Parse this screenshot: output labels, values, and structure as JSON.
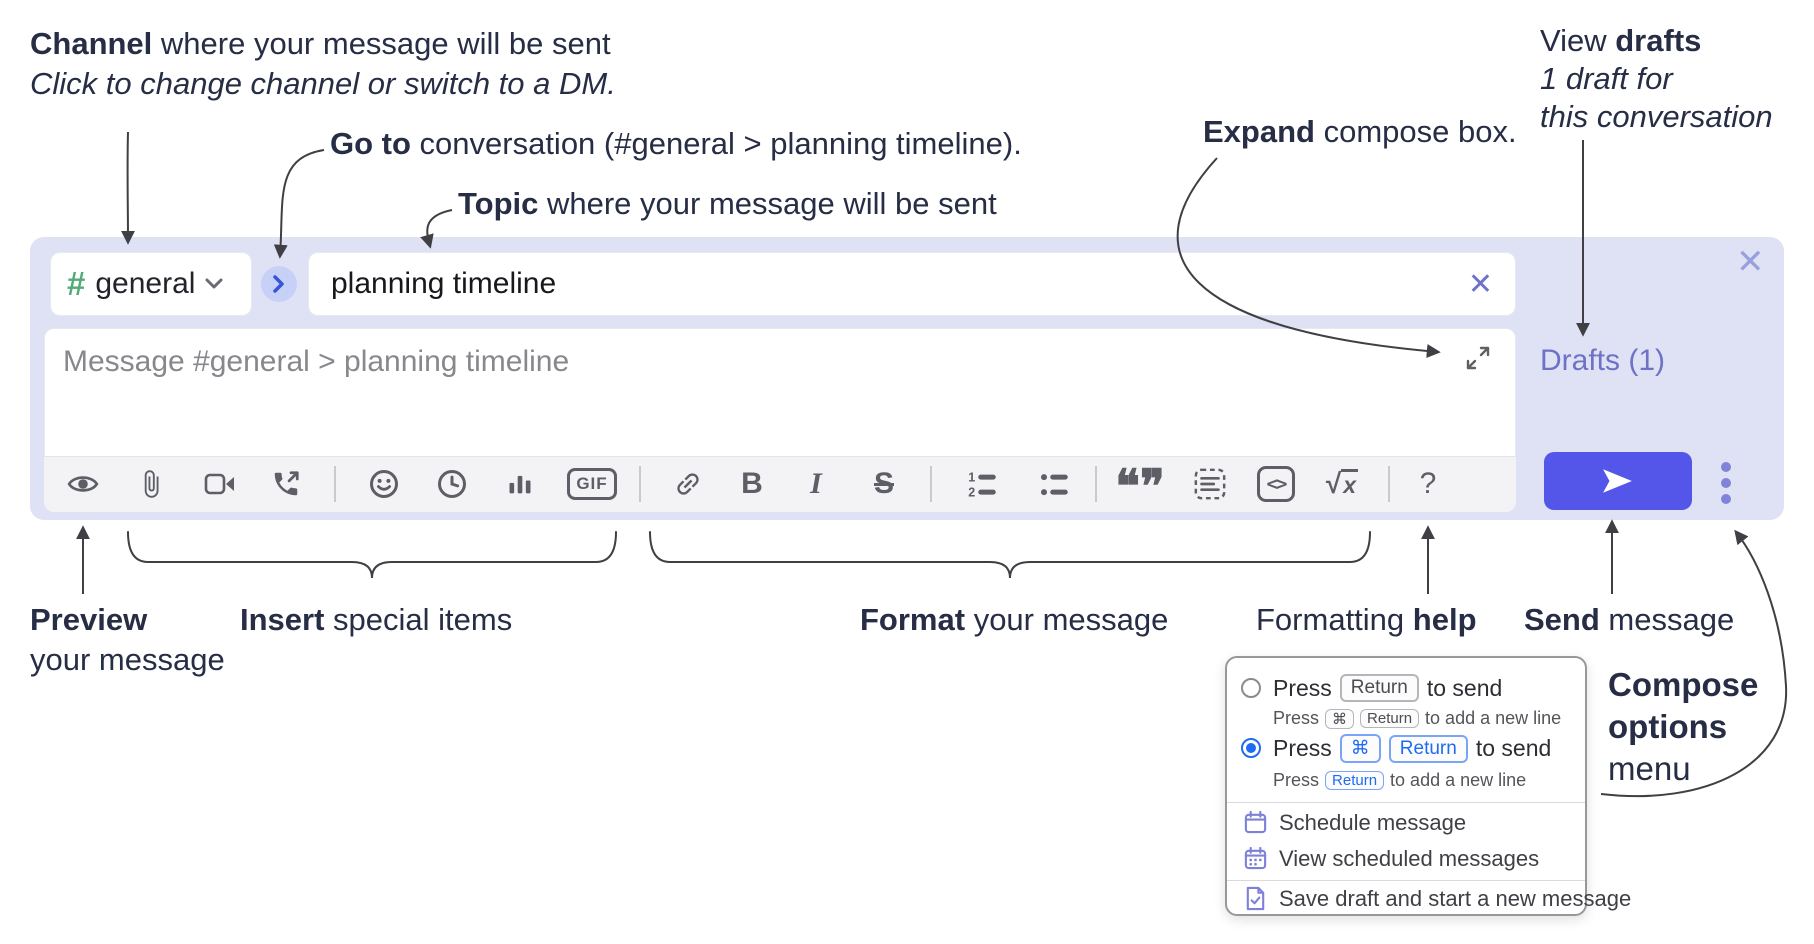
{
  "colors": {
    "panel_bg": "#dfe2f4",
    "send_button": "#5356e8",
    "drafts_link": "#6e72c6",
    "hash_green": "#55ab77",
    "go_circle_bg": "#c7d0f6",
    "go_circle_chevron": "#3556d8",
    "key_blue": "#1f6bf2",
    "menu_icon_purple": "#7d81da",
    "toolbar_icon_gray": "#5d5e66",
    "annotation_text": "#262d45"
  },
  "annotations": {
    "channel": {
      "bold": "Channel",
      "rest": " where your message will be sent",
      "italic": "Click to change channel or switch to a DM."
    },
    "goto": {
      "bold": "Go to",
      "rest": " conversation (#general > planning timeline)."
    },
    "topic": {
      "bold": "Topic",
      "rest": " where your message will be sent"
    },
    "expand": {
      "bold": "Expand",
      "rest": " compose box."
    },
    "view_drafts": {
      "line1_pre": "View ",
      "line1_bold": "drafts",
      "line2": "1 draft for",
      "line3": "this conversation"
    },
    "preview": {
      "bold": "Preview",
      "line2": "your message"
    },
    "insert": {
      "bold": "Insert",
      "rest": " special items"
    },
    "format": {
      "bold": "Format",
      "rest": " your message"
    },
    "help": {
      "pre": "Formatting ",
      "bold": "help"
    },
    "send": {
      "bold": "Send",
      "rest": " message"
    },
    "compose_options": {
      "line1": "Compose",
      "line2": "options",
      "line3": "menu"
    }
  },
  "composer": {
    "hash": "#",
    "channel_name": "general",
    "topic_value": "planning timeline",
    "topic_clear_glyph": "✕",
    "close_glyph": "✕",
    "message_placeholder": "Message #general > planning timeline",
    "drafts_label": "Drafts (1)"
  },
  "toolbar": {
    "gif": "GIF",
    "bold": "B",
    "italic": "I",
    "strike": "S",
    "quote_glyphs": "❝❞",
    "code": "<>",
    "sqrt": "√",
    "sqrt_x": "x",
    "ol_1": "1",
    "ol_2": "2",
    "help": "?"
  },
  "popup": {
    "option1": {
      "press": "Press",
      "key_return": "Return",
      "tail": "to send",
      "sub_press": "Press",
      "sub_key_cmd": "⌘",
      "sub_key_return": "Return",
      "sub_tail": "to add a new line"
    },
    "option2": {
      "press": "Press",
      "key_cmd": "⌘",
      "key_return": "Return",
      "tail": "to send",
      "sub_press": "Press",
      "sub_key_return": "Return",
      "sub_tail": "to add a new line"
    },
    "items": [
      {
        "label": "Schedule message"
      },
      {
        "label": "View scheduled messages"
      },
      {
        "label": "Save draft and start a new message"
      }
    ]
  }
}
